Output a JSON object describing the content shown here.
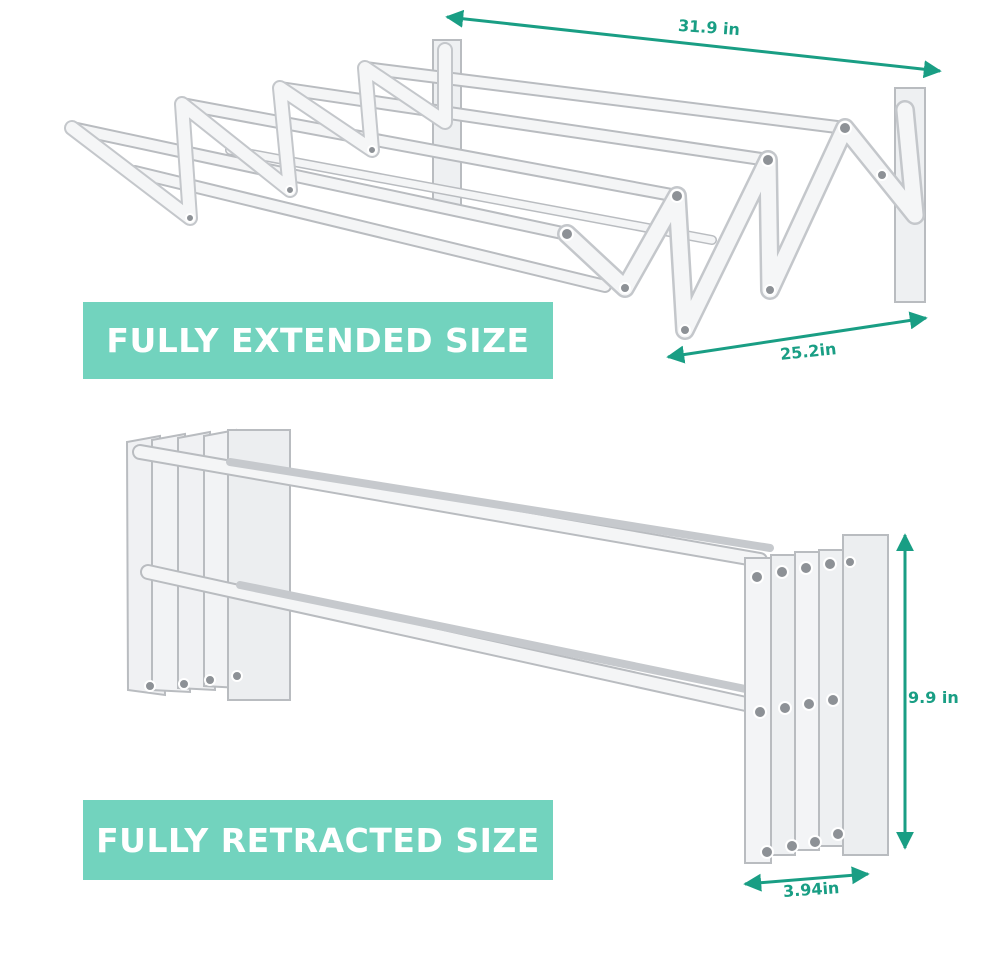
{
  "extended": {
    "banner": "FULLY EXTENDED SIZE",
    "width_label": "31.9 in",
    "extension_label": "25.2in"
  },
  "retracted": {
    "banner": "FULLY RETRACTED SIZE",
    "height_label": "9.9 in",
    "depth_label": "3.94in"
  },
  "colors": {
    "accent": "#72d3be",
    "dimension": "#199e84",
    "rack": "#f2f3f4",
    "rack_edge": "#b9bcc0"
  }
}
